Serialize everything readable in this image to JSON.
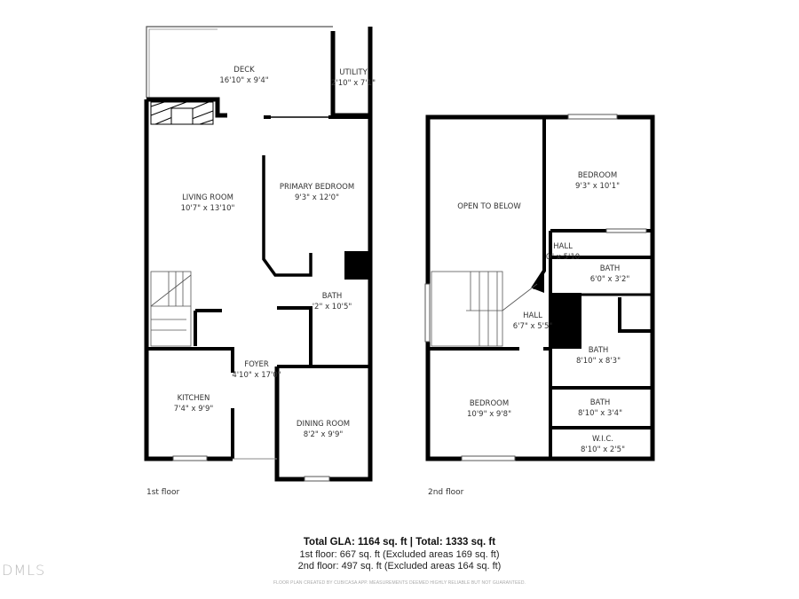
{
  "floors": [
    {
      "label": "1st floor",
      "rooms": [
        {
          "name": "DECK",
          "size": "16'10\" x 9'4\""
        },
        {
          "name": "UTILITY",
          "size": "2'10\" x 7'1\""
        },
        {
          "name": "LIVING ROOM",
          "size": "10'7\" x 13'10\""
        },
        {
          "name": "PRIMARY BEDROOM",
          "size": "9'3\" x 12'0\""
        },
        {
          "name": "BATH",
          "size": "'2\" x 10'5\""
        },
        {
          "name": "FOYER",
          "size": "4'10\" x 17'0\""
        },
        {
          "name": "KITCHEN",
          "size": "7'4\" x 9'9\""
        },
        {
          "name": "DINING ROOM",
          "size": "8'2\" x 9'9\""
        }
      ]
    },
    {
      "label": "2nd floor",
      "rooms": [
        {
          "name": "OPEN TO BELOW",
          "size": ""
        },
        {
          "name": "BEDROOM",
          "size": "9'3\" x 10'1\""
        },
        {
          "name": "HALL",
          "size": "0\" x 5'10"
        },
        {
          "name": "BATH",
          "size": "6'0\" x 3'2\""
        },
        {
          "name": "HALL",
          "size": "6'7\" x 5'5\""
        },
        {
          "name": "BATH",
          "size": "8'10\" x 8'3\""
        },
        {
          "name": "BEDROOM",
          "size": "10'9\" x 9'8\""
        },
        {
          "name": "BATH",
          "size": "8'10\" x 3'4\""
        },
        {
          "name": "W.I.C.",
          "size": "8'10\" x 2'5\""
        }
      ]
    }
  ],
  "summary": {
    "total": "Total GLA: 1164 sq. ft | Total: 1333 sq. ft",
    "first": "1st floor: 667 sq. ft (Excluded areas 169 sq. ft)",
    "second": "2nd floor: 497 sq. ft (Excluded areas 164 sq. ft)",
    "disclaimer": "FLOOR PLAN CREATED BY CUBICASA APP. MEASUREMENTS DEEMED HIGHLY RELIABLE BUT NOT GUARANTEED."
  },
  "logo_text": "DMLS"
}
